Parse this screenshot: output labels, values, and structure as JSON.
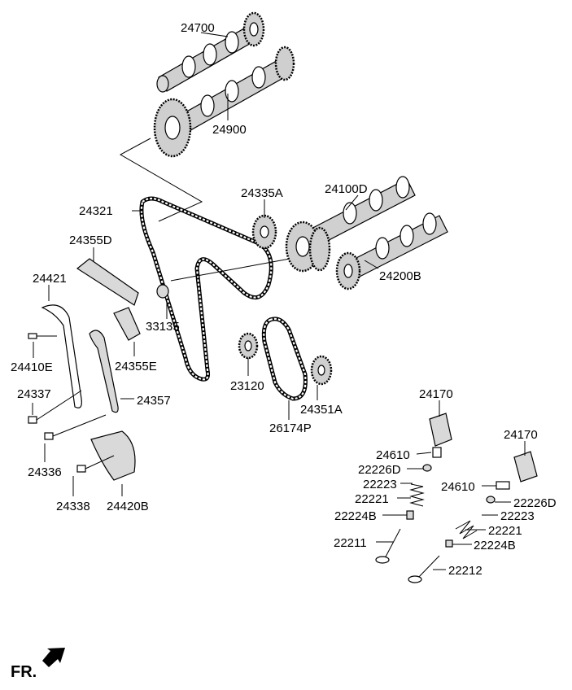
{
  "labels": {
    "p24700": "24700",
    "p24900": "24900",
    "p24321": "24321",
    "p24335A": "24335A",
    "p24100D": "24100D",
    "p24200B": "24200B",
    "p24355D": "24355D",
    "p24421": "24421",
    "p33135": "33135",
    "p24410E": "24410E",
    "p24355E": "24355E",
    "p23120": "23120",
    "p24351A": "24351A",
    "p24337": "24337",
    "p24357": "24357",
    "p26174P": "26174P",
    "p24336": "24336",
    "p24338": "24338",
    "p24420B": "24420B",
    "p24170a": "24170",
    "p24170b": "24170",
    "p24610a": "24610",
    "p22226Da": "22226D",
    "p22223a": "22223",
    "p22221a": "22221",
    "p22224Ba": "22224B",
    "p22211": "22211",
    "p24610b": "24610",
    "p22226Db": "22226D",
    "p22223b": "22223",
    "p22221b": "22221",
    "p22224Bb": "22224B",
    "p22212": "22212"
  },
  "footer": {
    "fr": "FR."
  }
}
